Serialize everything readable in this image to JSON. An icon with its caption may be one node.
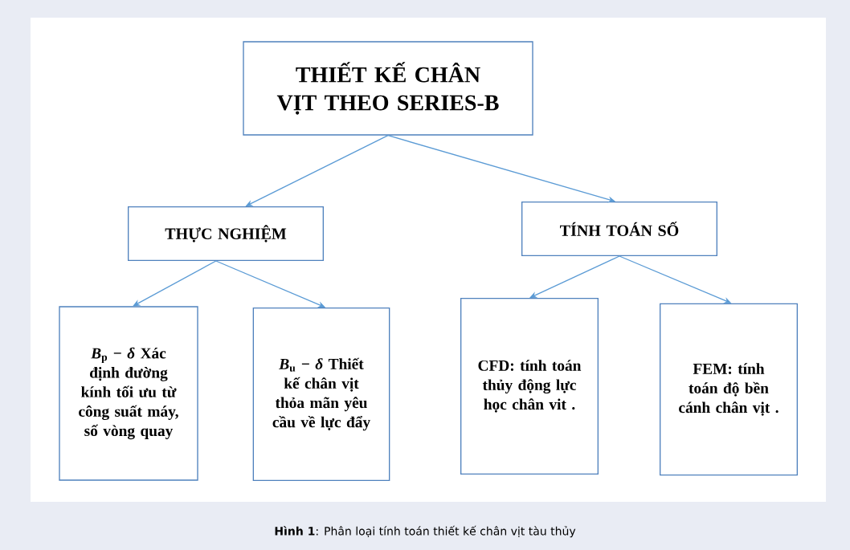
{
  "diagram": {
    "caption": "**Hình 1**: Phân loại tính toán thiết kế chân vịt tàu thủy",
    "nodes": [
      {
        "text": [
          "THIẾT KẾ CHÂN VỊT THEO SERIES-B"
        ]
      },
      {
        "text": [
          "THỰC NGHIỆM"
        ]
      },
      {
        "text": [
          "TÍNH TOÁN SỐ"
        ]
      },
      {
        "text": [
          "*B*$_{p}$ − *δ*  Xác định đường kính tối ưu từ công suất máy, số vòng quay"
        ]
      },
      {
        "text": [
          "*B*$_{u}$ − *δ*  Thiết kế chân vịt thỏa mãn yêu cầu về lực đẩy"
        ]
      },
      {
        "text": [
          "CFD: tính toán thủy động lực học chân vit ."
        ]
      },
      {
        "text": [
          "FEM: tính toán độ bền cánh chân vịt ."
        ]
      }
    ],
    "edges": [
      {
        "from": 0,
        "to": 1,
        "arrow": "to"
      },
      {
        "from": 0,
        "to": 2,
        "arrow": "to"
      },
      {
        "from": 1,
        "to": 3,
        "arrow": "to"
      },
      {
        "from": 1,
        "to": 4,
        "arrow": "to"
      },
      {
        "from": 2,
        "to": 5,
        "arrow": "to"
      },
      {
        "from": 2,
        "to": 6,
        "arrow": "to"
      }
    ]
  }
}
